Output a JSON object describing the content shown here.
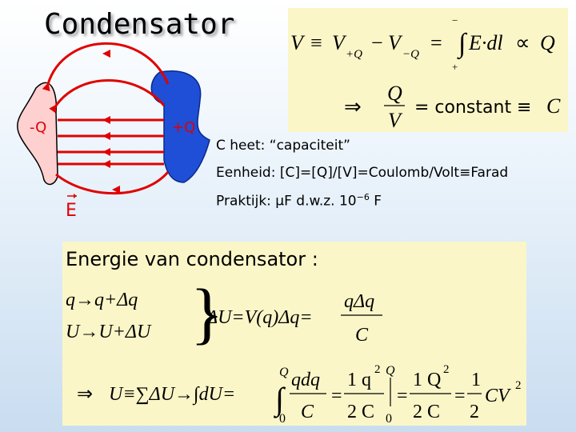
{
  "slide": {
    "title": "Condensator",
    "diagram": {
      "neg_label": "-Q",
      "pos_label": "+Q",
      "field_label": "E",
      "neg_color": "#ffd0d0",
      "pos_color": "#1e4fd6",
      "field_color": "#e00000"
    },
    "info": {
      "line1": "C heet: “capaciteit”",
      "line2": "Eenheid: [C]=[Q]/[V]=Coulomb/Volt≡Farad",
      "line3_prefix": "Praktijk: μF d.w.z. 10",
      "line3_exp": "−6",
      "line3_suffix": " F"
    },
    "formula_box": {
      "V": "V",
      "equiv": "≡",
      "Vp": "V",
      "sub_pos": "+Q",
      "minus": "−",
      "Vm": "V",
      "sub_neg": "−Q",
      "equals": "=",
      "int_lower": "+",
      "int_upper": "−",
      "integrand": "E·dl",
      "prop": "∝",
      "Q": "Q",
      "implies": "⇒",
      "frac_num": "Q",
      "frac_den": "V",
      "constant": "= constant ≡",
      "C": "C"
    },
    "energy": {
      "heading": "Energie van condensator :",
      "q_line": "q→q+Δq",
      "U_line": "U→U+ΔU",
      "brace": "}",
      "dU_lhs": "ΔU=V(q)Δq=",
      "dU_frac_num": "qΔq",
      "dU_frac_den": "C",
      "implies": "⇒",
      "U_sum": "U≡∑ΔU→∫dU=",
      "int_sign": "∫",
      "int_upper": "Q",
      "int_lower": "0",
      "frac1_num": "qdq",
      "frac1_den": "C",
      "eq1": "=",
      "frac2_num": "1 q",
      "frac2_sup": "2",
      "frac2_den": "2 C",
      "bar_upper": "Q",
      "bar_lower": "0",
      "eq2": "=",
      "frac3_num": "1 Q",
      "frac3_sup": "2",
      "frac3_den": "2 C",
      "eq3": "=",
      "frac4_num": "1",
      "frac4_den": "2",
      "cv2": "CV",
      "cv2_sup": "2"
    }
  }
}
